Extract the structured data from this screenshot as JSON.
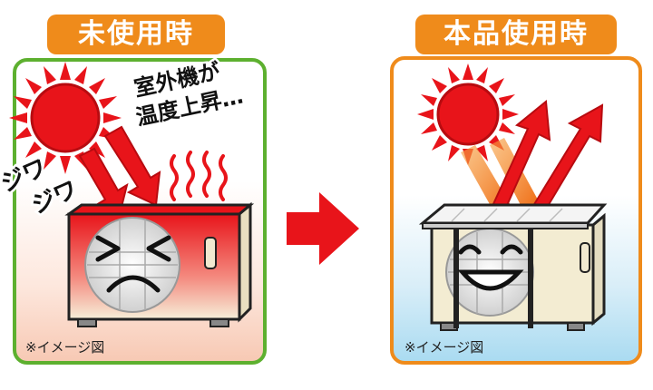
{
  "before": {
    "title": "未使用時",
    "caption": "※イメージ図",
    "callout_line1": "室外機が",
    "callout_line2": "温度上昇…",
    "sfx_line1": "ジワ",
    "sfx_line2": "ジワ"
  },
  "after": {
    "title": "本品使用時",
    "caption": "※イメージ図"
  },
  "icons": [
    "sun-icon",
    "heat-wave-icon",
    "arrow-right-icon",
    "air-conditioner-unit-icon",
    "cover-panel-icon"
  ],
  "colors": {
    "green": "#5db02f",
    "orange": "#ef8b1b",
    "red": "#e8141a",
    "sky": "#aadbf1"
  }
}
